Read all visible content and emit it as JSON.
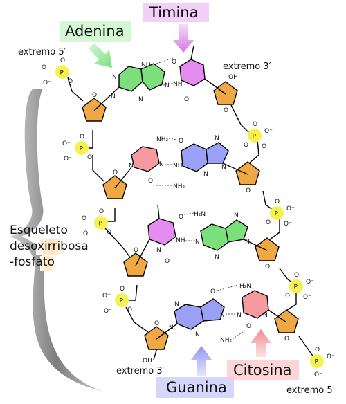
{
  "labels": {
    "end5_top": "extremo 5′",
    "end3_top": "extremo 3′",
    "end3_bottom": "extremo 3′",
    "end5_bottom": "extremo 5'",
    "backbone_line1": "Esqueleto",
    "backbone_line2": "desoxirribosa",
    "backbone_line3": "-fosfato"
  },
  "bases": {
    "adenina": "Adenina",
    "timina": "Timina",
    "guanina": "Guanina",
    "citosina": "Citosina"
  },
  "atoms": {
    "P": "P",
    "O": "O",
    "O_minus": "O⁻",
    "N": "N",
    "NH": "NH",
    "NH2": "NH₂",
    "H2N": "H₂N",
    "OH": "OH",
    "minus": "−"
  },
  "colors": {
    "adenina": "#7be07b",
    "timina": "#e58cf0",
    "guanina": "#9aa0f5",
    "citosina": "#f59aa0",
    "deoxyribose": "#f0a844",
    "phosphate": "#f5f250",
    "backbone_bracket": "#8a8a8a",
    "label_highlight": "#ffe2b8"
  }
}
